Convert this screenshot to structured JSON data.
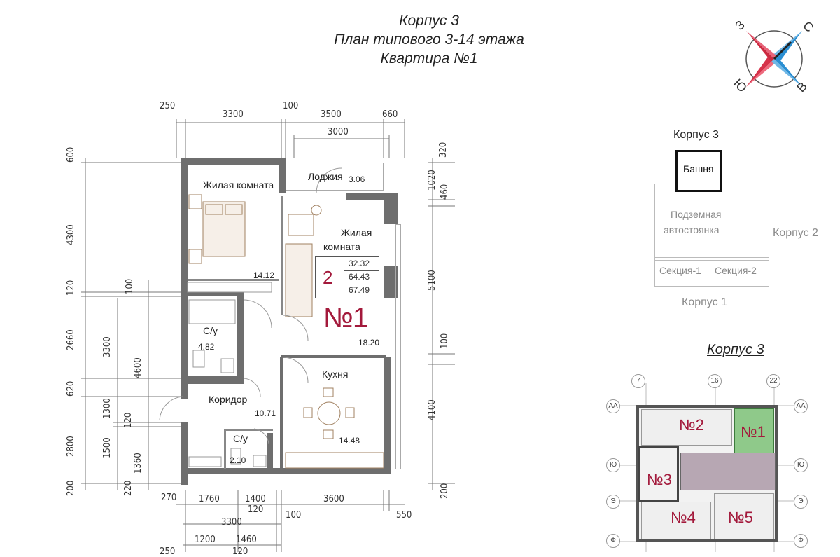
{
  "header": {
    "line1": "Корпус 3",
    "line2": "План типового 3-14 этажа",
    "line3": "Квартира №1"
  },
  "compass": {
    "n": "С",
    "s": "Ю",
    "e": "В",
    "w": "З"
  },
  "apartment": {
    "number": "№1",
    "rooms_count": "2",
    "areas": [
      "32.32",
      "64.43",
      "67.49"
    ]
  },
  "rooms": {
    "living1": {
      "label": "Жилая комната",
      "area": "14.12"
    },
    "loggia": {
      "label": "Лоджия",
      "area": "3.06"
    },
    "living2": {
      "label_a": "Жилая",
      "label_b": "комната",
      "area": "18.20"
    },
    "bath1": {
      "label": "С/у",
      "area": "4.82"
    },
    "kitchen": {
      "label": "Кухня",
      "area": "14.48"
    },
    "corridor": {
      "label": "Коридор",
      "area": "10.71"
    },
    "bath2": {
      "label": "С/у",
      "area": "2.10"
    }
  },
  "dimensions": {
    "top1": [
      "250",
      "3300",
      "100",
      "3500",
      "660"
    ],
    "top2": "3000",
    "right": [
      "320",
      "1020",
      "460",
      "5100",
      "100",
      "4100",
      "200"
    ],
    "bottom1": [
      "270",
      "1760",
      "1400",
      "120",
      "3600",
      "100",
      "550"
    ],
    "bottom2": [
      "3300"
    ],
    "bottom3": [
      "1200",
      "1460"
    ],
    "bottom4": [
      "250",
      "120"
    ],
    "left1": [
      "600",
      "4300",
      "120",
      "2660",
      "620",
      "2800",
      "200"
    ],
    "left2": [
      "100",
      "3300",
      "1300",
      "120",
      "1500",
      "1360",
      "220"
    ],
    "left3": [
      "4600"
    ]
  },
  "site": {
    "title": "Корпус 3",
    "tower": "Башня",
    "parking_a": "Подземная",
    "parking_b": "автостоянка",
    "korpus2": "Корпус 2",
    "section1": "Секция-1",
    "section2": "Секция-2",
    "korpus1": "Корпус 1"
  },
  "floor_plan": {
    "title": "Корпус 3",
    "axes_top": [
      "7",
      "16",
      "22"
    ],
    "axes_side": [
      "АА",
      "Ю",
      "Э",
      "Ф"
    ],
    "units": [
      "№2",
      "№1",
      "№3",
      "№4",
      "№5"
    ]
  },
  "colors": {
    "accent": "#a3193b",
    "highlight": "#8fc98a",
    "core": "#b7a7b3",
    "wall": "#6e6e6e"
  }
}
